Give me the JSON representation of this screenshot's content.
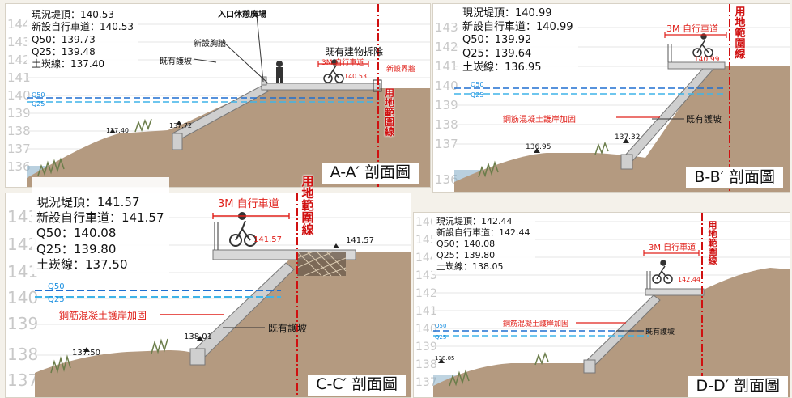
{
  "colors": {
    "soil": "#b49a80",
    "soil_dark": "#9c8268",
    "concrete": "#cfcfcf",
    "q50": "#1f6fd0",
    "q25": "#3fb4e8",
    "boundary_red": "#d01010",
    "accent_red": "#e0201a",
    "grid_number": "#c8c8c8"
  },
  "panels": [
    {
      "id": "A",
      "title": "A-A′ 剖面圖",
      "info": [
        "現況堤頂：140.53",
        "新設自行車道：140.53",
        "Q50：139.73",
        "Q25：139.48",
        "土崁線：137.40"
      ],
      "elev_ticks": [
        "144",
        "143",
        "142",
        "141",
        "140",
        "139",
        "138",
        "137",
        "136"
      ],
      "labels": {
        "entrance_plaza": "入口休憩廣場",
        "new_parapet": "新設胸牆",
        "existing_revetment": "既有護坡",
        "demolish_building": "既有建物拆除",
        "bike_lane": "3M 自行車道",
        "new_boundary": "新設界牆",
        "q50": "Q50",
        "q25": "Q25",
        "land_boundary": "用地範圍線",
        "elev_toe": "137.40",
        "elev_wall": "137.72",
        "elev_deck": "140.53"
      }
    },
    {
      "id": "B",
      "title": "B-B′ 剖面圖",
      "info": [
        "現況堤頂：140.99",
        "新設自行車道：140.99",
        "Q50：139.92",
        "Q25：139.64",
        "土崁線：136.95"
      ],
      "elev_ticks": [
        "143",
        "142",
        "141",
        "140",
        "139",
        "138",
        "137",
        "136"
      ],
      "labels": {
        "bike_lane": "3M 自行車道",
        "land_boundary": "用地範圍線",
        "rc_reinforce": "鋼筋混凝土護岸加固",
        "existing_revetment": "既有護坡",
        "q50": "Q50",
        "q25": "Q25",
        "elev_toe": "136.95",
        "elev_wall": "137.32",
        "elev_deck": "140.99"
      }
    },
    {
      "id": "C",
      "title": "C-C′ 剖面圖",
      "info": [
        "現況堤頂：141.57",
        "新設自行車道：141.57",
        "Q50：140.08",
        "Q25：139.80",
        "土崁線：137.50"
      ],
      "elev_ticks": [
        "143",
        "142",
        "141",
        "140",
        "139",
        "138",
        "137"
      ],
      "labels": {
        "bike_lane": "3M 自行車道",
        "land_boundary": "用地範圍線",
        "rc_reinforce": "鋼筋混凝土護岸加固",
        "existing_revetment": "既有護坡",
        "q50": "Q50",
        "q25": "Q25",
        "elev_toe": "137.50",
        "elev_wall": "138.01",
        "elev_deck": "141.57",
        "elev_crest": "141.57"
      }
    },
    {
      "id": "D",
      "title": "D-D′ 剖面圖",
      "info": [
        "現況堤頂：142.44",
        "新設自行車道：142.44",
        "Q50：140.08",
        "Q25：139.80",
        "土崁線：138.05"
      ],
      "elev_ticks": [
        "146",
        "145",
        "144",
        "143",
        "142",
        "141",
        "140",
        "139",
        "138",
        "137"
      ],
      "labels": {
        "bike_lane": "3M 自行車道",
        "land_boundary": "用地範圍線",
        "rc_reinforce": "鋼筋混凝土護岸加固",
        "existing_revetment": "既有護坡",
        "q50": "Q50",
        "q25": "Q25",
        "elev_toe": "138.05",
        "elev_deck": "142.44"
      }
    }
  ]
}
